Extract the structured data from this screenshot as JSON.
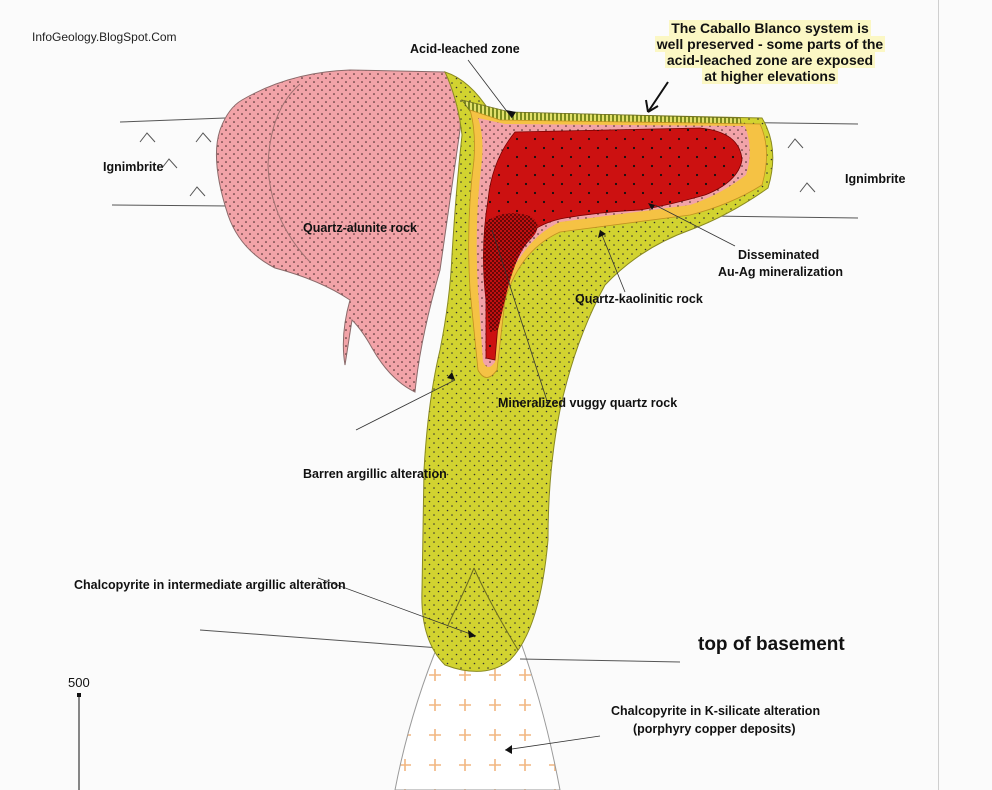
{
  "watermark": "InfoGeology.BlogSpot.Com",
  "callout": {
    "line1": "The Caballo Blanco system is",
    "line2": "well preserved - some parts of the",
    "line3": "acid-leached zone are exposed",
    "line4": "at higher elevations"
  },
  "labels": {
    "acid_leached": "Acid-leached zone",
    "ignimbrite_left": "Ignimbrite",
    "ignimbrite_right": "Ignimbrite",
    "quartz_alunite": "Quartz-alunite rock",
    "disseminated_line1": "Disseminated",
    "disseminated_line2": "Au-Ag mineralization",
    "quartz_kaolinitic": "Quartz-kaolinitic rock",
    "vuggy_quartz": "Mineralized vuggy quartz rock",
    "barren_argillic": "Barren argillic alteration",
    "chalcopyrite_intermediate": "Chalcopyrite in intermediate argillic alteration",
    "top_of_basement": "top of basement",
    "chalcopyrite_k_line1": "Chalcopyrite in K-silicate alteration",
    "chalcopyrite_k_line2": "(porphyry copper deposits)"
  },
  "scale": {
    "value": "500"
  },
  "colors": {
    "quartz_alunite": "#f2a3a8",
    "argillic": "#d2d330",
    "vuggy": "#cc1111",
    "kaolinitic": "#f5c244",
    "porphyry_cross": "#f2b680",
    "acid_leached_stripe": "#7a8a1e"
  }
}
